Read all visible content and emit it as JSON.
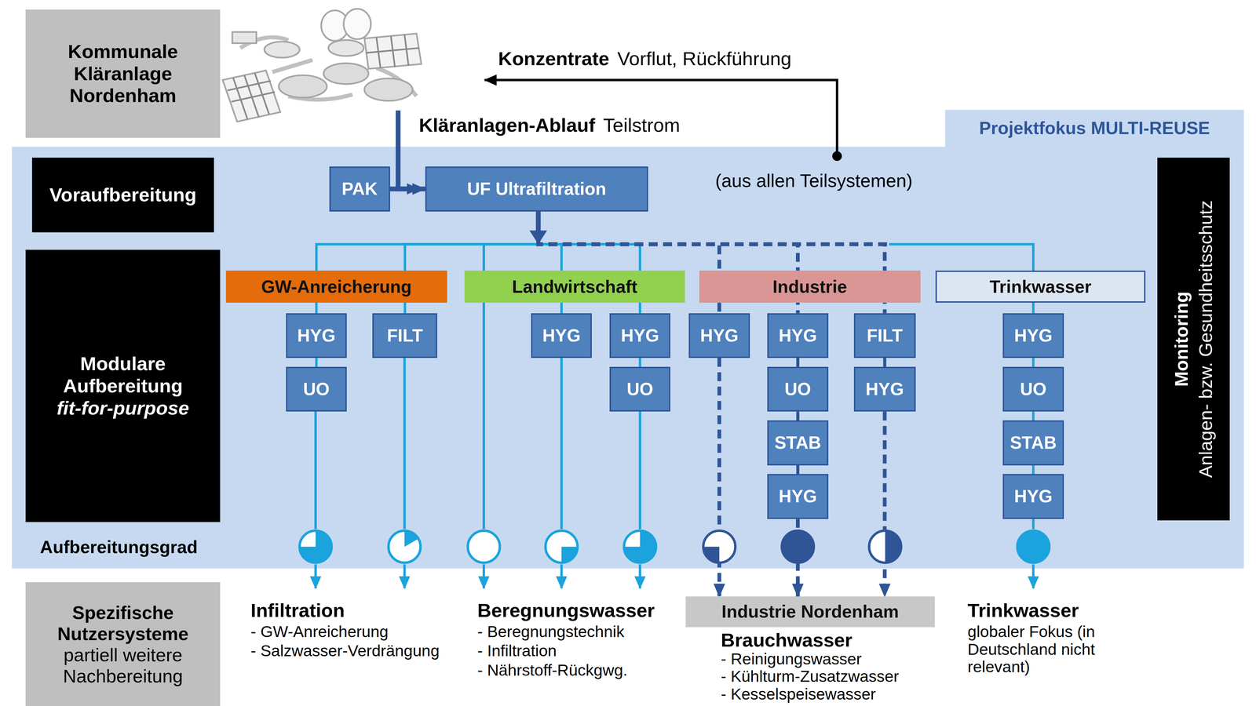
{
  "diagram": {
    "nodes": [
      {
        "text": [
          "Kommunale Kläranlage Nordenham"
        ]
      },
      {
        "text": [
          "Projektfokus MULTI-REUSE"
        ]
      },
      {
        "text": [
          "Voraufbereitung"
        ],
        "in": 1
      },
      {
        "text": [
          "Modulare Aufbereitung",
          "fit-for-purpose"
        ],
        "in": 1
      },
      {
        "text": [
          "Monitoring",
          "Anlagen- bzw. Gesundheitsschutz"
        ],
        "in": 1
      },
      {
        "text": [
          "PAK"
        ],
        "in": 1
      },
      {
        "text": [
          "UF Ultrafiltration"
        ],
        "in": 1
      },
      {
        "text": [
          "GW-Anreicherung"
        ],
        "in": 1
      },
      {
        "text": [
          "Landwirtschaft"
        ],
        "in": 1
      },
      {
        "text": [
          "Industrie"
        ],
        "in": 1
      },
      {
        "text": [
          "Trinkwasser"
        ],
        "in": 1
      },
      {
        "text": [
          "HYG"
        ],
        "in": 1
      },
      {
        "text": [
          "UO"
        ],
        "in": 1
      },
      {
        "text": [
          "FILT"
        ],
        "in": 1
      },
      {
        "text": [
          "HYG"
        ],
        "in": 1
      },
      {
        "text": [
          "HYG"
        ],
        "in": 1
      },
      {
        "text": [
          "UO"
        ],
        "in": 1
      },
      {
        "text": [
          "HYG"
        ],
        "in": 1
      },
      {
        "text": [
          "HYG"
        ],
        "in": 1
      },
      {
        "text": [
          "UO"
        ],
        "in": 1
      },
      {
        "text": [
          "STAB"
        ],
        "in": 1
      },
      {
        "text": [
          "HYG"
        ],
        "in": 1
      },
      {
        "text": [
          "FILT"
        ],
        "in": 1
      },
      {
        "text": [
          "HYG"
        ],
        "in": 1
      },
      {
        "text": [
          "HYG"
        ],
        "in": 1
      },
      {
        "text": [
          "UO"
        ],
        "in": 1
      },
      {
        "text": [
          "STAB"
        ],
        "in": 1
      },
      {
        "text": [
          "HYG"
        ],
        "in": 1
      },
      {
        "text": [
          "Industrie Nordenham"
        ]
      },
      {
        "text": [
          "Spezifische Nutzersysteme",
          "partiell weitere Nachbereitung"
        ]
      }
    ],
    "edges": [
      {
        "from": 5,
        "to": 6,
        "arrow": "to"
      },
      {
        "from": 6,
        "to": 11,
        "arrow": "none"
      },
      {
        "from": 6,
        "to": 13,
        "arrow": "none"
      },
      {
        "from": 6,
        "to": 14,
        "arrow": "none"
      },
      {
        "from": 6,
        "to": 15,
        "arrow": "none"
      },
      {
        "from": 6,
        "to": 17,
        "arrow": "none"
      },
      {
        "from": 6,
        "to": 18,
        "arrow": "none"
      },
      {
        "from": 6,
        "to": 22,
        "arrow": "none"
      },
      {
        "from": 6,
        "to": 24,
        "arrow": "none"
      },
      {
        "from": 11,
        "to": 12,
        "arrow": "none"
      },
      {
        "from": 15,
        "to": 16,
        "arrow": "none"
      },
      {
        "from": 18,
        "to": 19,
        "arrow": "none"
      },
      {
        "from": 19,
        "to": 20,
        "arrow": "none"
      },
      {
        "from": 20,
        "to": 21,
        "arrow": "none"
      },
      {
        "from": 22,
        "to": 23,
        "arrow": "none"
      },
      {
        "from": 24,
        "to": 25,
        "arrow": "none"
      },
      {
        "from": 25,
        "to": 26,
        "arrow": "none"
      },
      {
        "from": 26,
        "to": 27,
        "arrow": "none"
      },
      {
        "from": 17,
        "to": 28,
        "arrow": "to"
      },
      {
        "from": 21,
        "to": 28,
        "arrow": "to"
      },
      {
        "from": 23,
        "to": 28,
        "arrow": "to"
      }
    ],
    "labels": [
      "Konzentrate",
      "Vorflut, Rückführung",
      "Kläranlagen-Ablauf",
      "Teilstrom",
      "(aus allen Teilsystemen)",
      "Aufbereitungsgrad",
      "Infiltration",
      "- GW-Anreicherung",
      "- Salzwasser-Verdrängung",
      "Beregnungswasser",
      "- Beregnungstechnik",
      "- Infiltration",
      "- Nährstoff-Rückgwg.",
      "Brauchwasser",
      "- Reinigungswasser",
      "- Kühlturm-Zusatzwasser",
      "- Kesselspeisewasser",
      "Trinkwasser",
      "globaler Fokus (in Deutschland nicht relevant)"
    ]
  }
}
